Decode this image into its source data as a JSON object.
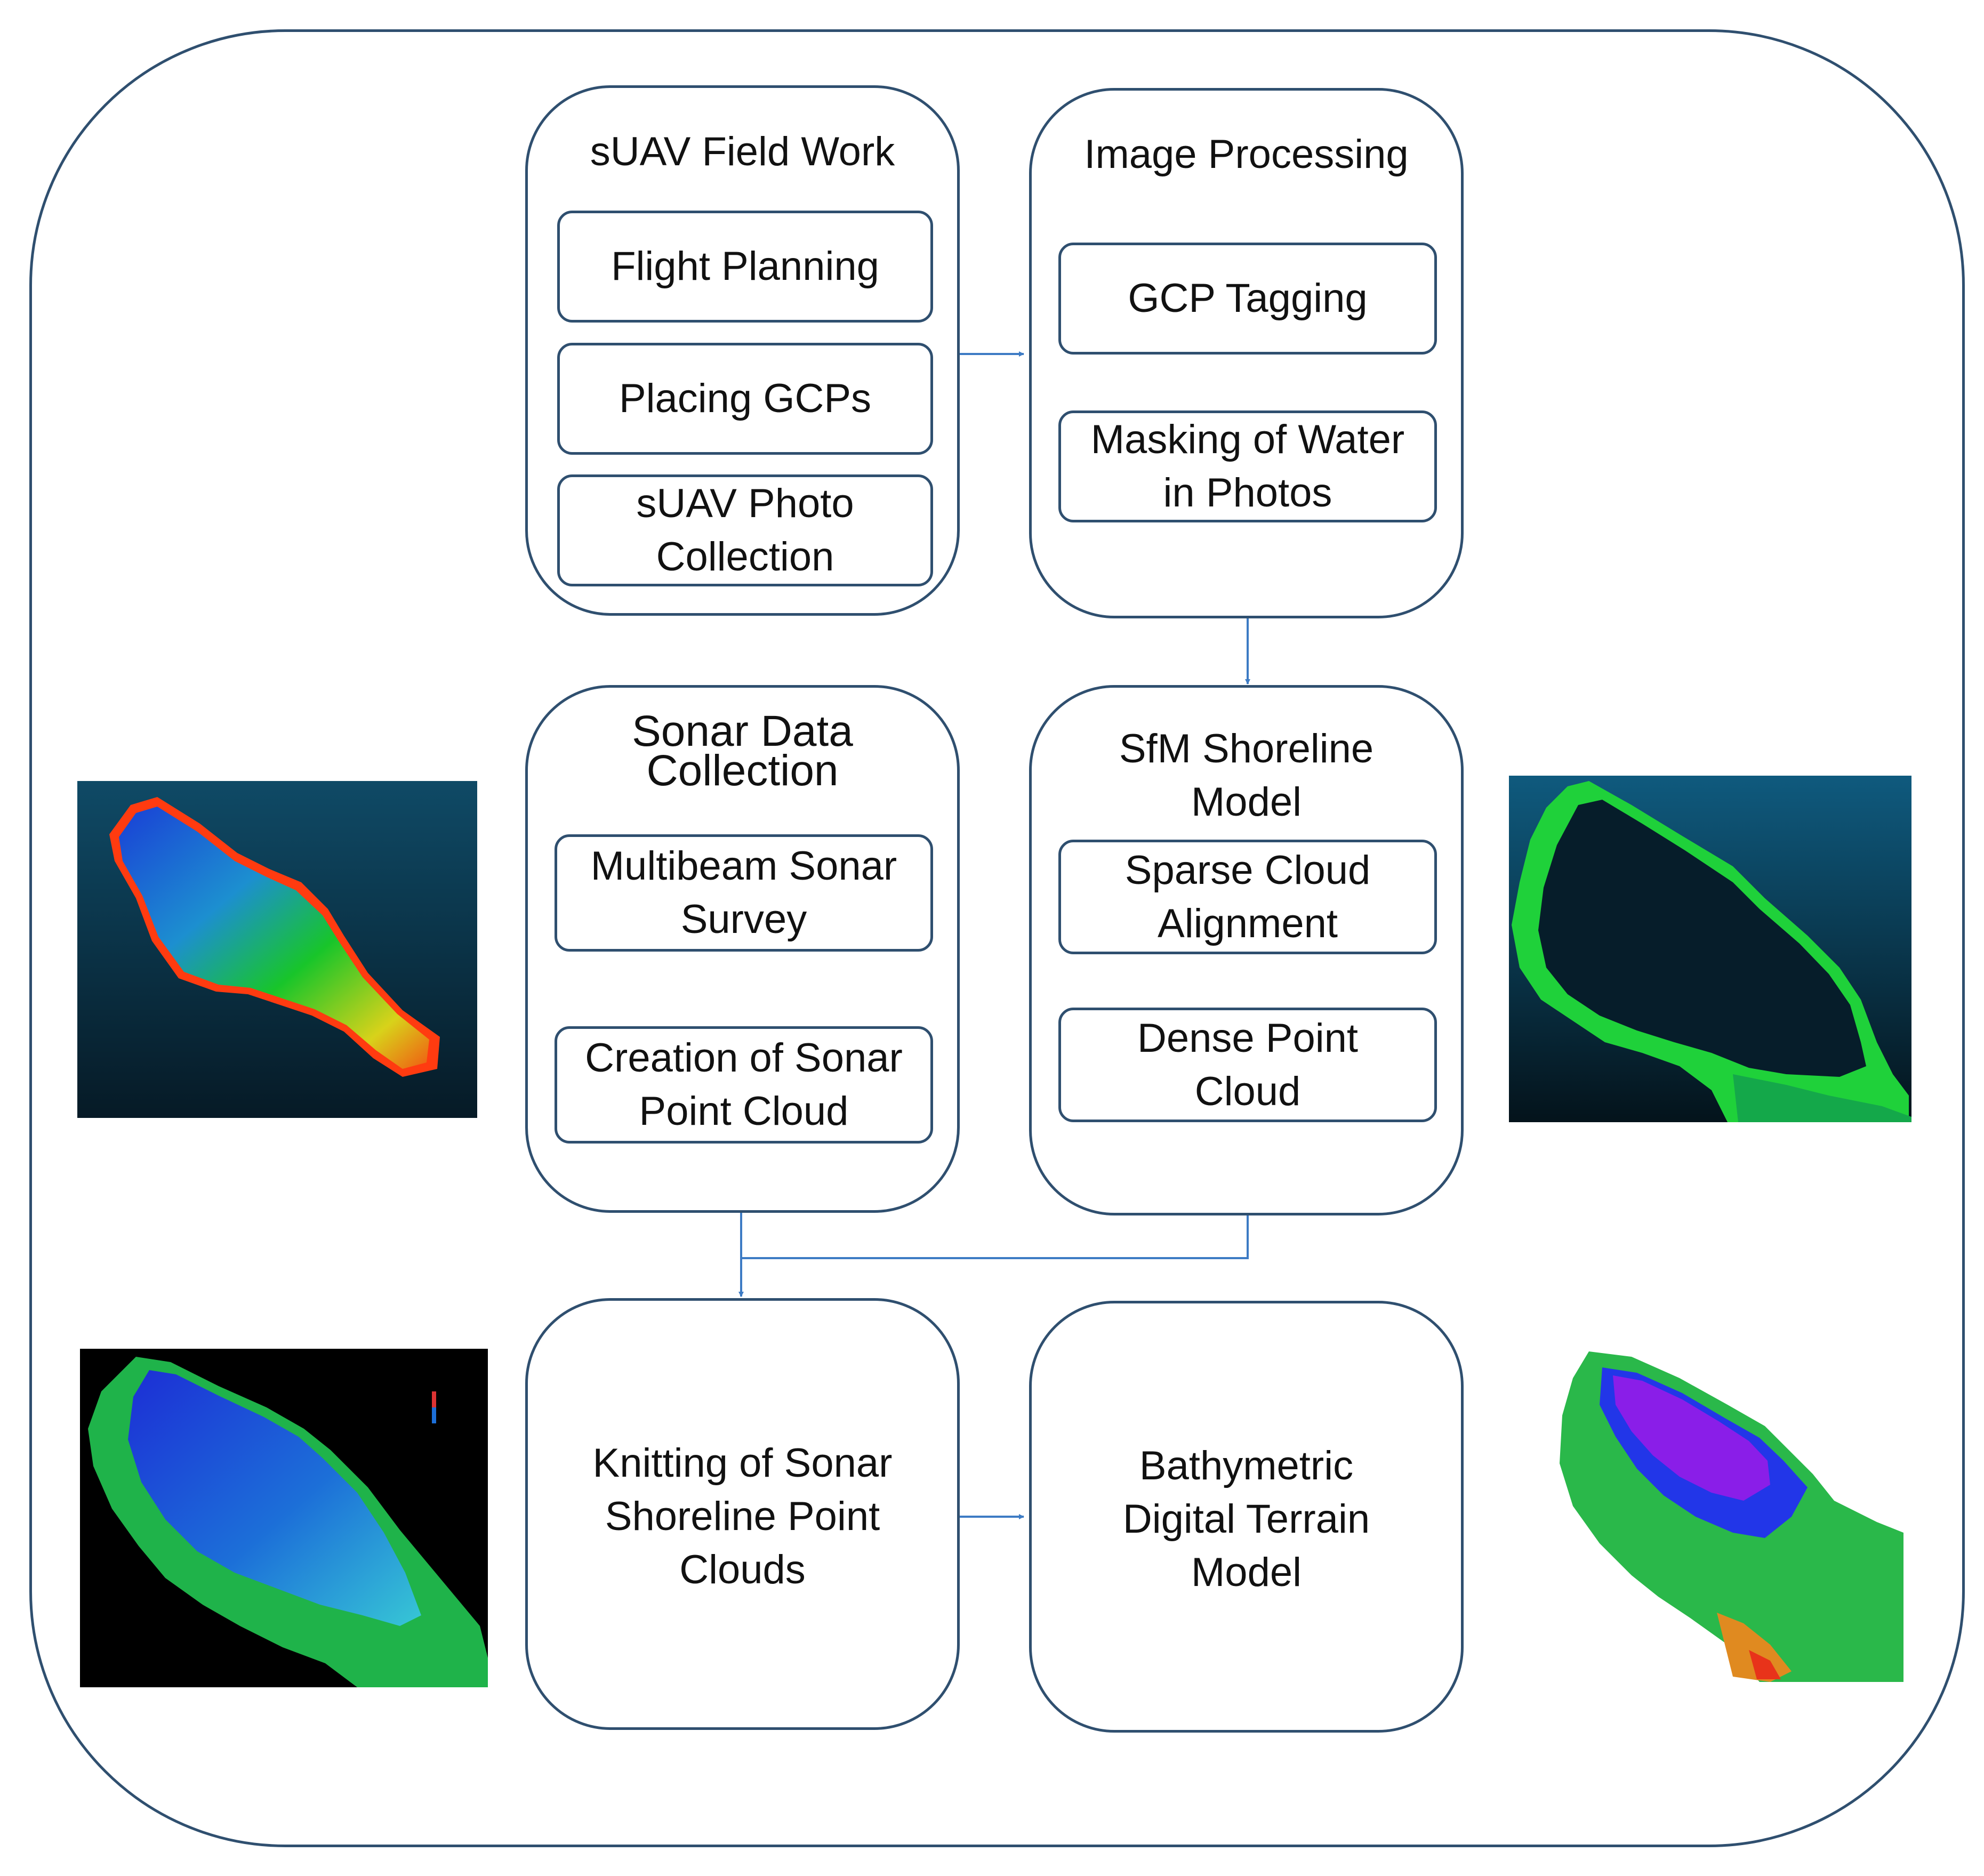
{
  "colors": {
    "outline": "#2f4f6f",
    "arrow": "#3d7bc4"
  },
  "panels": {
    "field_work": {
      "title": "sUAV Field Work",
      "steps": [
        "Flight Planning",
        "Placing GCPs",
        "sUAV Photo\nCollection"
      ]
    },
    "image_processing": {
      "title": "Image Processing",
      "steps": [
        "GCP Tagging",
        "Masking of Water\nin Photos"
      ]
    },
    "sonar": {
      "title": "Sonar Data\nCollection",
      "steps": [
        "Multibeam Sonar\nSurvey",
        "Creation of Sonar\nPoint Cloud"
      ]
    },
    "sfm": {
      "title": "SfM Shoreline\nModel",
      "steps": [
        "Sparse Cloud\nAlignment",
        "Dense Point\nCloud"
      ]
    },
    "knitting": {
      "text": "Knitting of Sonar\nShoreline Point\nClouds"
    },
    "bathymetric": {
      "text": "Bathymetric\nDigital Terrain\nModel"
    }
  },
  "images": {
    "sonar_cloud": "sonar-point-cloud-render",
    "shoreline_cloud": "shoreline-point-cloud-render",
    "knitted_cloud": "knitted-point-cloud-render",
    "terrain_model": "bathymetric-terrain-render"
  }
}
